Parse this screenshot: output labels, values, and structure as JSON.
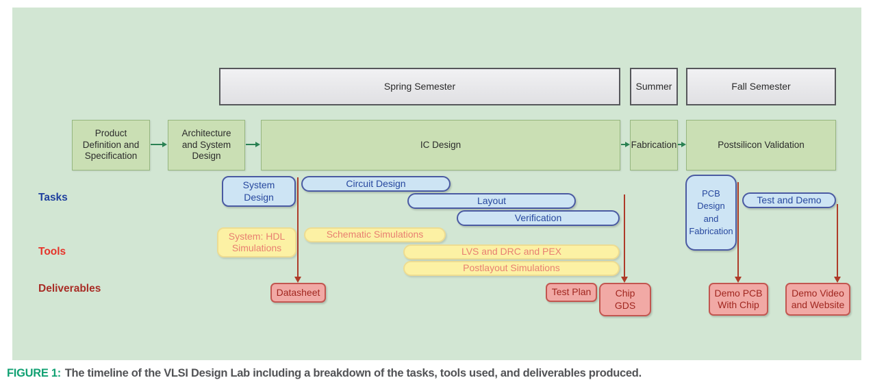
{
  "figure": {
    "caption_prefix": "FIGURE 1:",
    "caption_text": "The timeline of the VLSI Design Lab including a breakdown of the tasks, tools used, and deliverables produced."
  },
  "row_labels": {
    "tasks": "Tasks",
    "tools": "Tools",
    "deliverables": "Deliverables"
  },
  "semesters": [
    {
      "label": "Spring Semester"
    },
    {
      "label": "Summer"
    },
    {
      "label": "Fall Semester"
    }
  ],
  "phases": [
    {
      "label": "Product\nDefinition and\nSpecification"
    },
    {
      "label": "Architecture\nand System\nDesign"
    },
    {
      "label": "IC Design"
    },
    {
      "label": "Fabrication"
    },
    {
      "label": "Postsilicon Validation"
    }
  ],
  "tasks": [
    {
      "label": "System\nDesign"
    },
    {
      "label": "Circuit Design"
    },
    {
      "label": "Layout"
    },
    {
      "label": "Verification"
    },
    {
      "label": "PCB\nDesign\nand\nFabrication"
    },
    {
      "label": "Test and Demo"
    }
  ],
  "tools": [
    {
      "label": "System: HDL\nSimulations"
    },
    {
      "label": "Schematic Simulations"
    },
    {
      "label": "LVS and DRC and PEX"
    },
    {
      "label": "Postlayout Simulations"
    }
  ],
  "deliverables": [
    {
      "label": "Datasheet"
    },
    {
      "label": "Test Plan"
    },
    {
      "label": "Chip\nGDS"
    },
    {
      "label": "Demo PCB\nWith Chip"
    },
    {
      "label": "Demo Video\nand Website"
    }
  ],
  "colors": {
    "panel_background": "#d2e6d3",
    "phase_fill": "#cadfb4",
    "semester_fill": "#e8e8ea",
    "task_fill": "#cde4f4",
    "task_border": "#4a5aa2",
    "task_text": "#26479e",
    "tool_fill": "#fcf1a4",
    "tool_text": "#e87f71",
    "deliverable_fill": "#f1a9a5",
    "deliverable_text": "#a0261f",
    "flow_arrow": "#2a8153",
    "deliverable_arrow": "#ae3a28",
    "caption_accent": "#12a173"
  }
}
